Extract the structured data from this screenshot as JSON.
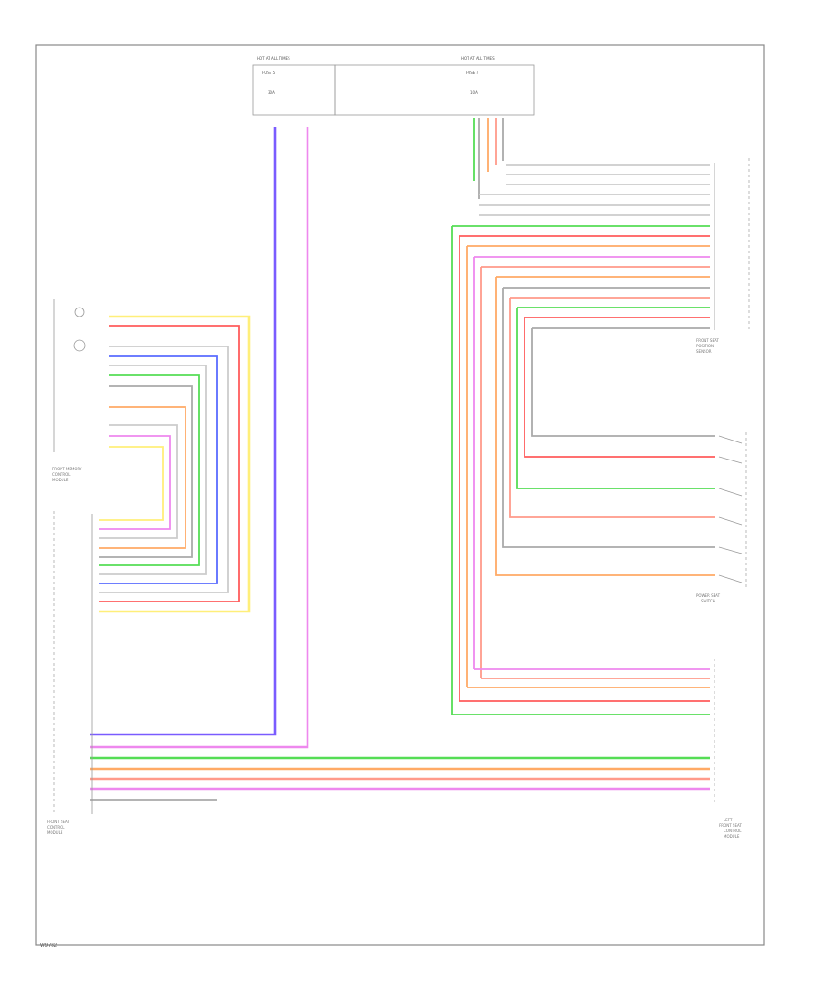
{
  "page_id": "W9782",
  "labels": {
    "left_unit": [
      "FRONT MEMORY",
      "CONTROL",
      "MODULE"
    ],
    "bottom_left_module": [
      "FRONT SEAT",
      "CONTROL",
      "MODULE"
    ],
    "bottom_right_module": [
      "LEFT",
      "FRONT SEAT",
      "CONTROL",
      "MODULE"
    ],
    "lower_right_switch": [
      "POWER SEAT",
      "SWITCH"
    ],
    "upper_right_module": [
      "FRONT SEAT",
      "POSITION",
      "SENSOR"
    ],
    "fuse_left": [
      "HOT AT ALL TIMES",
      "FUSE 5",
      "30A"
    ],
    "fuse_right": [
      "HOT AT ALL TIMES",
      "FUSE 4",
      "10A"
    ]
  },
  "colors": {
    "violet": "#7a5cff",
    "pink": "#ee88ee",
    "red": "#ff5c5c",
    "yellow": "#ffef7a",
    "blue": "#5a6cff",
    "green": "#55dd55",
    "orange": "#ffaa66",
    "gray": "#aaaaaa",
    "lightgray": "#cccccc",
    "salmon": "#ff9a8a"
  }
}
